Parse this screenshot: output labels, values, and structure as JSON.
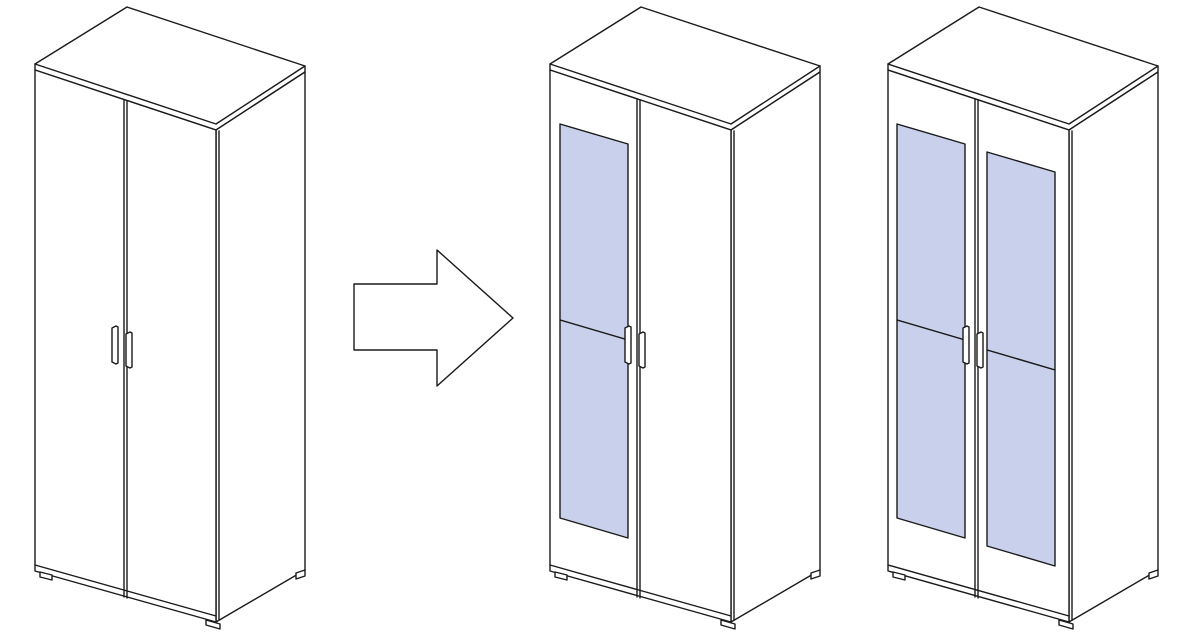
{
  "colors": {
    "background": "#ffffff",
    "line": "#1a1a1a",
    "glass": "#c9d0ec",
    "arrow_fill": "#ffffff"
  },
  "figure": {
    "panels": [
      {
        "name": "wardrobe-solid-doors",
        "glass_doors": 0
      },
      {
        "name": "wardrobe-one-glass-door",
        "glass_doors": 1
      },
      {
        "name": "wardrobe-two-glass-doors",
        "glass_doors": 2
      }
    ],
    "connector": {
      "icon": "right-arrow-icon"
    }
  }
}
